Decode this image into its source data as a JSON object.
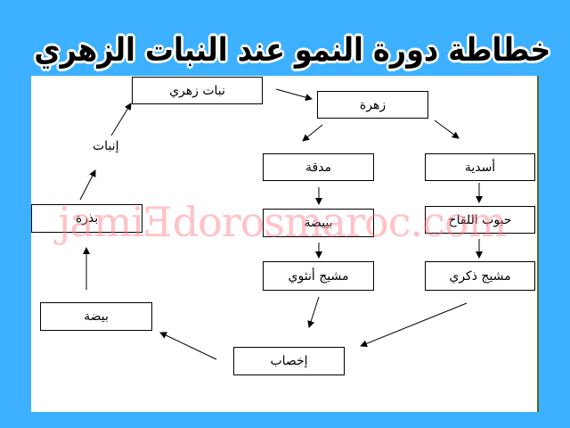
{
  "title": "خطاطة دورة النمو عند النبات الزهري",
  "nodes": {
    "flowering_plant": "نبات زهري",
    "flower": "زهرة",
    "pistil": "مدقة",
    "stamens": "أسدية",
    "ovule": "بييضة",
    "pollen": "حبوب اللقاح",
    "female_gamete": "مشيج أنثوي",
    "male_gamete": "مشيج ذكري",
    "fertilization": "إخصاب",
    "egg": "بيضة",
    "seed": "بذرة"
  },
  "edge_label_germination": "إنبات",
  "watermark": "jamiƎdorosmaroc.com"
}
